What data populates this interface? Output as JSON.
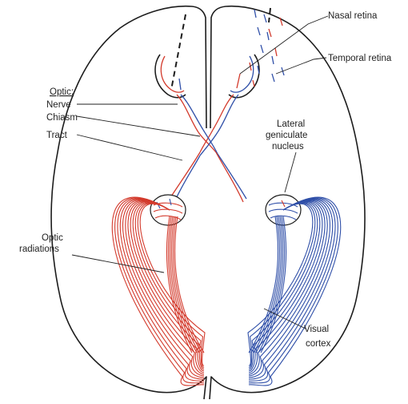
{
  "labels": {
    "nasal_retina": "Nasal retina",
    "temporal_retina": "Temporal retina",
    "optic_heading": "Optic:",
    "nerve": "Nerve",
    "chiasm": "Chiasm",
    "tract": "Tract",
    "lgn_line1": "Lateral",
    "lgn_line2": "geniculate",
    "lgn_line3": "nucleus",
    "radiations_line1": "Optic",
    "radiations_line2": "radiations",
    "cortex_line1": "Visual",
    "cortex_line2": "cortex"
  },
  "colors": {
    "left_pathway": "#d33a2c",
    "right_pathway": "#2f4fa8",
    "outline": "#1c1c1c"
  }
}
